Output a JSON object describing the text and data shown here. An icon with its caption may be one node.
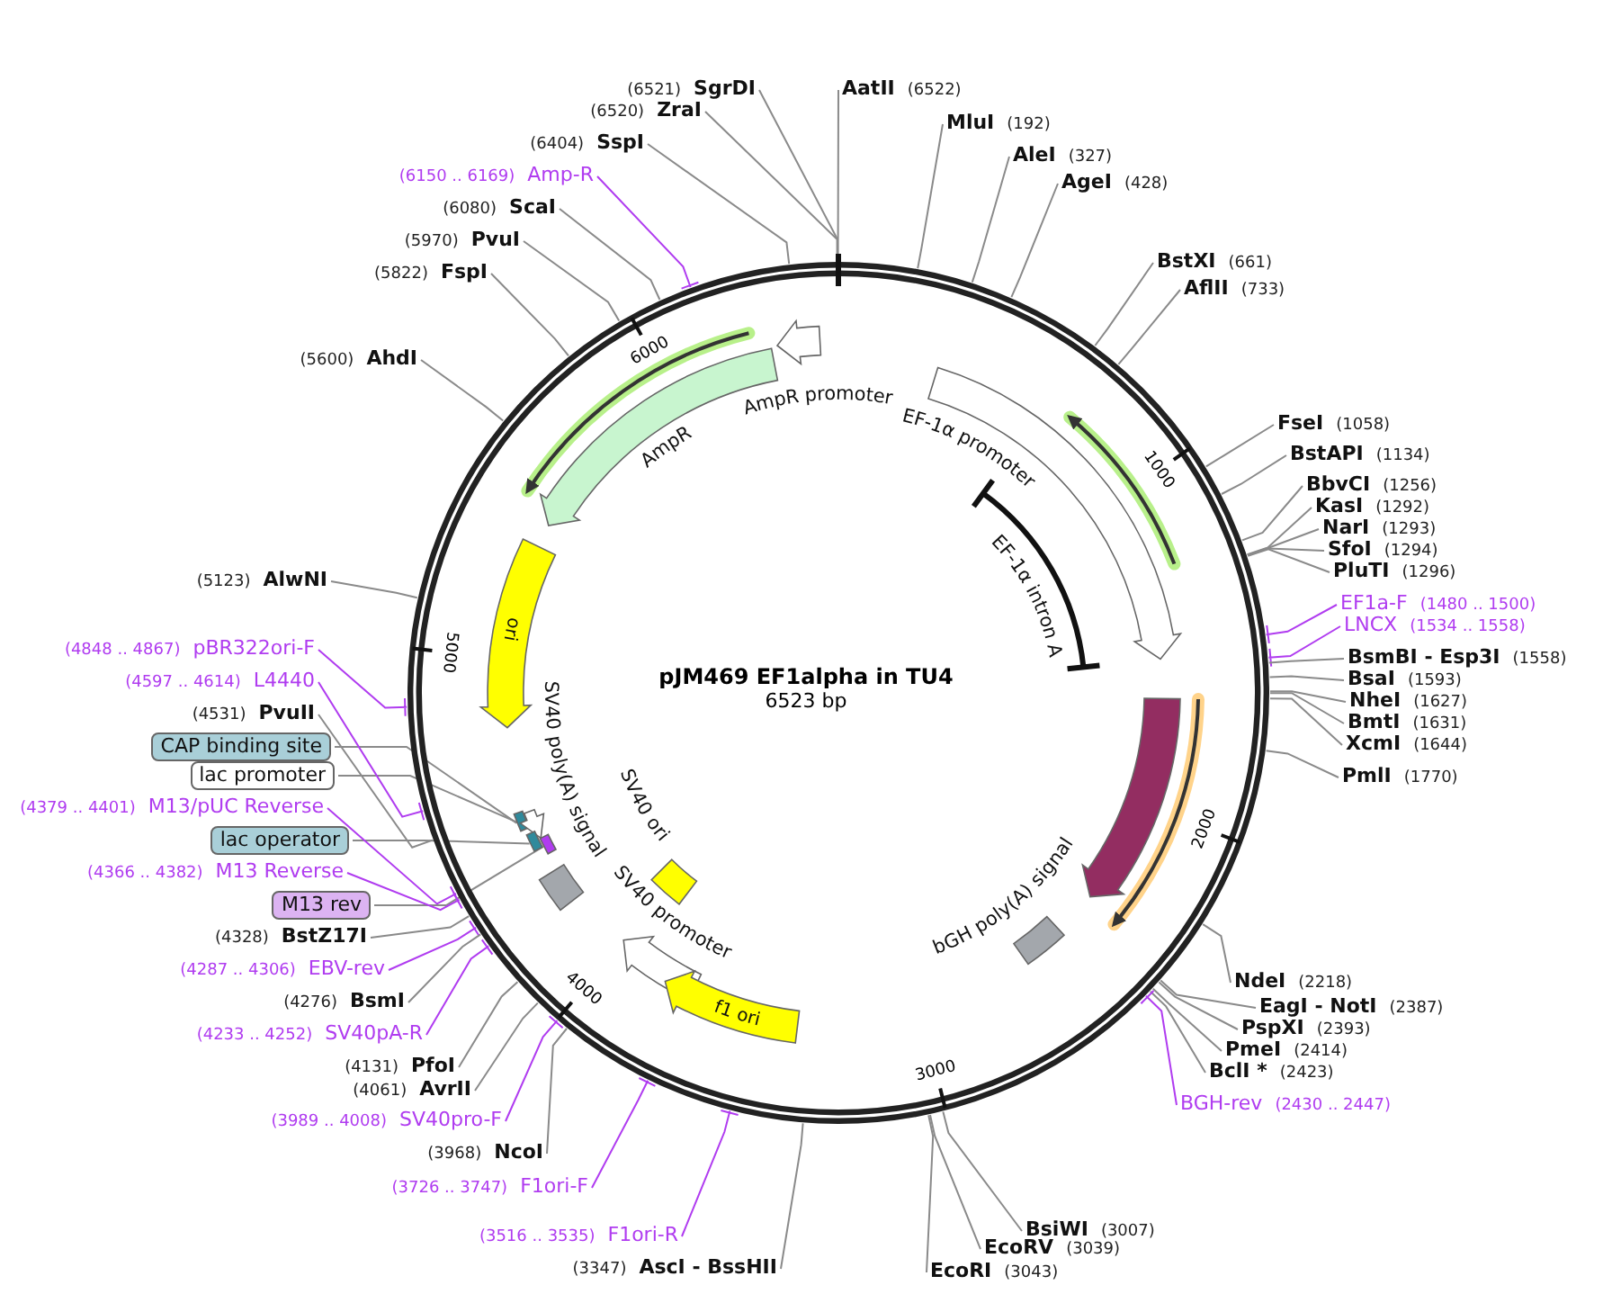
{
  "diagram": {
    "title": "pJM469  EF1alpha in TU4",
    "nodes": [
      {
        "text": [
          "AmpR promoter"
        ]
      },
      {
        "text": [
          "AmpR"
        ]
      },
      {
        "text": [
          "ori"
        ]
      },
      {
        "text": [
          "SV40 poly(A) signal"
        ]
      },
      {
        "text": [
          "SV40 ori"
        ]
      },
      {
        "text": [
          "SV40 promoter"
        ]
      },
      {
        "text": [
          "f1 ori"
        ]
      },
      {
        "text": [
          "EF-1α promoter"
        ]
      },
      {
        "text": [
          "EF-1α intron A"
        ]
      },
      {
        "text": [],
        "shape": "arrow"
      },
      {
        "text": [
          "bGH poly(A) signal"
        ]
      },
      {
        "text": [],
        "shape": "box"
      },
      {
        "text": [],
        "shape": "arrow"
      },
      {
        "text": [],
        "shape": "box"
      },
      {
        "text": [],
        "shape": "box"
      },
      {
        "text": [
          "CAP binding site"
        ]
      },
      {
        "text": [
          "lac promoter"
        ]
      },
      {
        "text": [
          "lac operator"
        ]
      },
      {
        "text": [
          "M13 rev"
        ]
      },
      {
        "text": [
          "(6521)",
          "SgrDI"
        ]
      },
      {
        "text": [
          "(6520)",
          "ZraI"
        ]
      },
      {
        "text": [
          "(6404)",
          "SspI"
        ]
      },
      {
        "text": [
          "(6150 .. 6169)",
          "Amp-R"
        ]
      },
      {
        "text": [
          "(6080)",
          "ScaI"
        ]
      },
      {
        "text": [
          "(5970)",
          "PvuI"
        ]
      },
      {
        "text": [
          "(5822)",
          "FspI"
        ]
      },
      {
        "text": [
          "(5600)",
          "AhdI"
        ]
      },
      {
        "text": [
          "(5123)",
          "AlwNI"
        ]
      },
      {
        "text": [
          "(4848 .. 4867)",
          "pBR322ori-F"
        ]
      },
      {
        "text": [
          "(4597 .. 4614)",
          "L4440"
        ]
      },
      {
        "text": [
          "(4531)",
          "PvuII"
        ]
      },
      {
        "text": [
          "(4379 .. 4401)",
          "M13/pUC Reverse"
        ]
      },
      {
        "text": [
          "(4366 .. 4382)",
          "M13 Reverse"
        ]
      },
      {
        "text": [
          "(4328)",
          "BstZ17I"
        ]
      },
      {
        "text": [
          "(4287 .. 4306)",
          "EBV-rev"
        ]
      },
      {
        "text": [
          "(4276)",
          "BsmI"
        ]
      },
      {
        "text": [
          "(4233 .. 4252)",
          "SV40pA-R"
        ]
      },
      {
        "text": [
          "(4131)",
          "PfoI"
        ]
      },
      {
        "text": [
          "(4061)",
          "AvrII"
        ]
      },
      {
        "text": [
          "(3989 .. 4008)",
          "SV40pro-F"
        ]
      },
      {
        "text": [
          "(3968)",
          "NcoI"
        ]
      },
      {
        "text": [
          "(3726 .. 3747)",
          "F1ori-F"
        ]
      },
      {
        "text": [
          "(3516 .. 3535)",
          "F1ori-R"
        ]
      },
      {
        "text": [
          "(3347)",
          "AscI  - BssHII"
        ]
      },
      {
        "text": [
          "AatII",
          "(6522)"
        ]
      },
      {
        "text": [
          "MluI",
          "(192)"
        ]
      },
      {
        "text": [
          "AleI",
          "(327)"
        ]
      },
      {
        "text": [
          "AgeI",
          "(428)"
        ]
      },
      {
        "text": [
          "BstXI",
          "(661)"
        ]
      },
      {
        "text": [
          "AflII",
          "(733)"
        ]
      },
      {
        "text": [
          "FseI",
          "(1058)"
        ]
      },
      {
        "text": [
          "BstAPI",
          "(1134)"
        ]
      },
      {
        "text": [
          "BbvCI",
          "(1256)"
        ]
      },
      {
        "text": [
          "KasI",
          "(1292)"
        ]
      },
      {
        "text": [
          "NarI",
          "(1293)"
        ]
      },
      {
        "text": [
          "SfoI",
          "(1294)"
        ]
      },
      {
        "text": [
          "PluTI",
          "(1296)"
        ]
      },
      {
        "text": [
          "EF1a-F",
          "(1480 .. 1500)"
        ]
      },
      {
        "text": [
          "LNCX",
          "(1534 .. 1558)"
        ]
      },
      {
        "text": [
          "BsmBI  - Esp3I",
          "(1558)"
        ]
      },
      {
        "text": [
          "BsaI",
          "(1593)"
        ]
      },
      {
        "text": [
          "NheI",
          "(1627)"
        ]
      },
      {
        "text": [
          "BmtI",
          "(1631)"
        ]
      },
      {
        "text": [
          "XcmI",
          "(1644)"
        ]
      },
      {
        "text": [
          "PmlI",
          "(1770)"
        ]
      },
      {
        "text": [
          "NdeI",
          "(2218)"
        ]
      },
      {
        "text": [
          "EagI  - NotI",
          "(2387)"
        ]
      },
      {
        "text": [
          "PspXI",
          "(2393)"
        ]
      },
      {
        "text": [
          "PmeI",
          "(2414)"
        ]
      },
      {
        "text": [
          "BclI *",
          "(2423)"
        ]
      },
      {
        "text": [
          "BGH-rev",
          "(2430 .. 2447)"
        ]
      },
      {
        "text": [
          "BsiWI",
          "(3007)"
        ]
      },
      {
        "text": [
          "EcoRV",
          "(3039)"
        ]
      },
      {
        "text": [
          "EcoRI",
          "(3043)"
        ]
      }
    ],
    "edges": [
      {
        "from": 15,
        "to": 11,
        "arrow": "none"
      },
      {
        "from": 16,
        "to": 12,
        "arrow": "none"
      },
      {
        "from": 17,
        "to": 13,
        "arrow": "none"
      },
      {
        "from": 18,
        "to": 14,
        "arrow": "none"
      },
      {
        "from": 19,
        "to": null,
        "arrow": "none"
      },
      {
        "from": 20,
        "to": null,
        "arrow": "none"
      },
      {
        "from": 21,
        "to": null,
        "arrow": "none"
      },
      {
        "from": 22,
        "to": null,
        "arrow": "none",
        "color": "#b03cf0"
      },
      {
        "from": 23,
        "to": null,
        "arrow": "none"
      },
      {
        "from": 24,
        "to": null,
        "arrow": "none"
      },
      {
        "from": 25,
        "to": null,
        "arrow": "none"
      },
      {
        "from": 26,
        "to": null,
        "arrow": "none"
      },
      {
        "from": 27,
        "to": null,
        "arrow": "none"
      },
      {
        "from": 28,
        "to": null,
        "arrow": "none",
        "color": "#b03cf0"
      },
      {
        "from": 29,
        "to": null,
        "arrow": "none",
        "color": "#b03cf0"
      },
      {
        "from": 30,
        "to": null,
        "arrow": "none"
      },
      {
        "from": 31,
        "to": null,
        "arrow": "none",
        "color": "#b03cf0"
      },
      {
        "from": 32,
        "to": null,
        "arrow": "none",
        "color": "#b03cf0"
      },
      {
        "from": 33,
        "to": null,
        "arrow": "none"
      },
      {
        "from": 34,
        "to": null,
        "arrow": "none",
        "color": "#b03cf0"
      },
      {
        "from": 35,
        "to": null,
        "arrow": "none"
      },
      {
        "from": 36,
        "to": null,
        "arrow": "none",
        "color": "#b03cf0"
      },
      {
        "from": 37,
        "to": null,
        "arrow": "none"
      },
      {
        "from": 38,
        "to": null,
        "arrow": "none"
      },
      {
        "from": 39,
        "to": null,
        "arrow": "none",
        "color": "#b03cf0"
      },
      {
        "from": 40,
        "to": null,
        "arrow": "none"
      },
      {
        "from": 41,
        "to": null,
        "arrow": "none",
        "color": "#b03cf0"
      },
      {
        "from": 42,
        "to": null,
        "arrow": "none",
        "color": "#b03cf0"
      },
      {
        "from": 43,
        "to": null,
        "arrow": "none"
      },
      {
        "from": 44,
        "to": null,
        "arrow": "none"
      },
      {
        "from": 45,
        "to": null,
        "arrow": "none"
      },
      {
        "from": 46,
        "to": null,
        "arrow": "none"
      },
      {
        "from": 47,
        "to": null,
        "arrow": "none"
      },
      {
        "from": 48,
        "to": null,
        "arrow": "none"
      },
      {
        "from": 49,
        "to": null,
        "arrow": "none"
      },
      {
        "from": 50,
        "to": null,
        "arrow": "none"
      },
      {
        "from": 51,
        "to": null,
        "arrow": "none"
      },
      {
        "from": 52,
        "to": null,
        "arrow": "none"
      },
      {
        "from": 53,
        "to": null,
        "arrow": "none"
      },
      {
        "from": 54,
        "to": null,
        "arrow": "none"
      },
      {
        "from": 55,
        "to": null,
        "arrow": "none"
      },
      {
        "from": 56,
        "to": null,
        "arrow": "none"
      },
      {
        "from": 57,
        "to": null,
        "arrow": "none",
        "color": "#b03cf0"
      },
      {
        "from": 58,
        "to": null,
        "arrow": "none",
        "color": "#b03cf0"
      },
      {
        "from": 59,
        "to": null,
        "arrow": "none"
      },
      {
        "from": 60,
        "to": null,
        "arrow": "none"
      },
      {
        "from": 61,
        "to": null,
        "arrow": "none"
      },
      {
        "from": 62,
        "to": null,
        "arrow": "none"
      },
      {
        "from": 63,
        "to": null,
        "arrow": "none"
      },
      {
        "from": 64,
        "to": null,
        "arrow": "none"
      },
      {
        "from": 65,
        "to": null,
        "arrow": "none"
      },
      {
        "from": 66,
        "to": null,
        "arrow": "none"
      },
      {
        "from": 67,
        "to": null,
        "arrow": "none"
      },
      {
        "from": 68,
        "to": null,
        "arrow": "none"
      },
      {
        "from": 69,
        "to": null,
        "arrow": "none"
      },
      {
        "from": 70,
        "to": null,
        "arrow": "none",
        "color": "#b03cf0"
      },
      {
        "from": 71,
        "to": null,
        "arrow": "none"
      },
      {
        "from": 72,
        "to": null,
        "arrow": "none"
      },
      {
        "from": 73,
        "to": null,
        "arrow": "none"
      }
    ],
    "labels": [
      "6523 bp",
      "1000",
      "2000",
      "3000",
      "4000",
      "5000",
      "6000"
    ]
  }
}
